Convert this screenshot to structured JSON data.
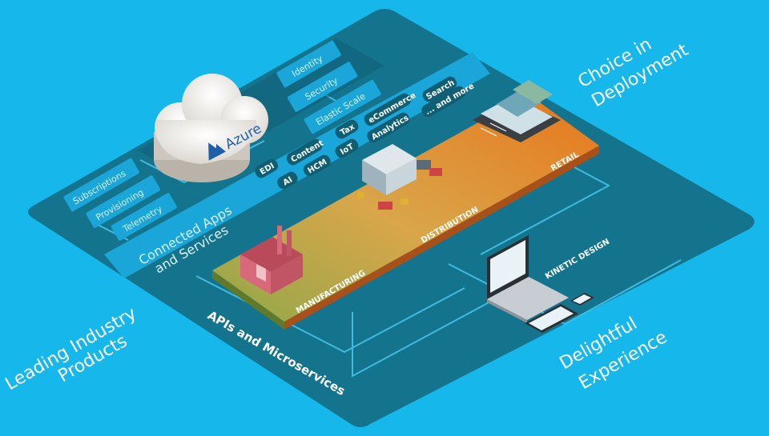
{
  "colors": {
    "background": "#16b8ec",
    "platform": "#14748e",
    "platform_dark": "#0f5e74",
    "strip": "#1aa6d8",
    "light_text": "#d9f3fd",
    "line": "#48c8ee",
    "manufacturing": "#8fa84a",
    "distribution": "#d9a64a",
    "retail": "#e8761c"
  },
  "corner_labels": {
    "choice_line1": "Choice in",
    "choice_line2": "Deployment",
    "leading_line1": "Leading Industry",
    "leading_line2": "Products",
    "delightful_line1": "Delightful",
    "delightful_line2": "Experience"
  },
  "cloud": {
    "label": "Azure",
    "icon": "azure-logo-icon"
  },
  "cloud_services": {
    "identity": "Identity",
    "security": "Security",
    "elastic_scale": "Elastic Scale"
  },
  "admin_services": {
    "subscriptions": "Subscriptions",
    "provisioning": "Provisioning",
    "telemetry": "Telemetry"
  },
  "connected": {
    "line1": "Connected Apps",
    "line2": "and Services"
  },
  "app_pills": {
    "edi": "EDI",
    "content": "Content",
    "tax": "Tax",
    "ecommerce": "eCommerce",
    "search": "Search",
    "ai": "AI",
    "hcm": "HCM",
    "iot": "IoT",
    "analytics": "Analytics",
    "and_more": "... and more"
  },
  "industry": {
    "manufacturing": "MANUFACTURING",
    "distribution": "DISTRIBUTION",
    "retail": "RETAIL",
    "kinetic": "KINETIC DESIGN"
  },
  "apis_label": "APIs and Microservices"
}
